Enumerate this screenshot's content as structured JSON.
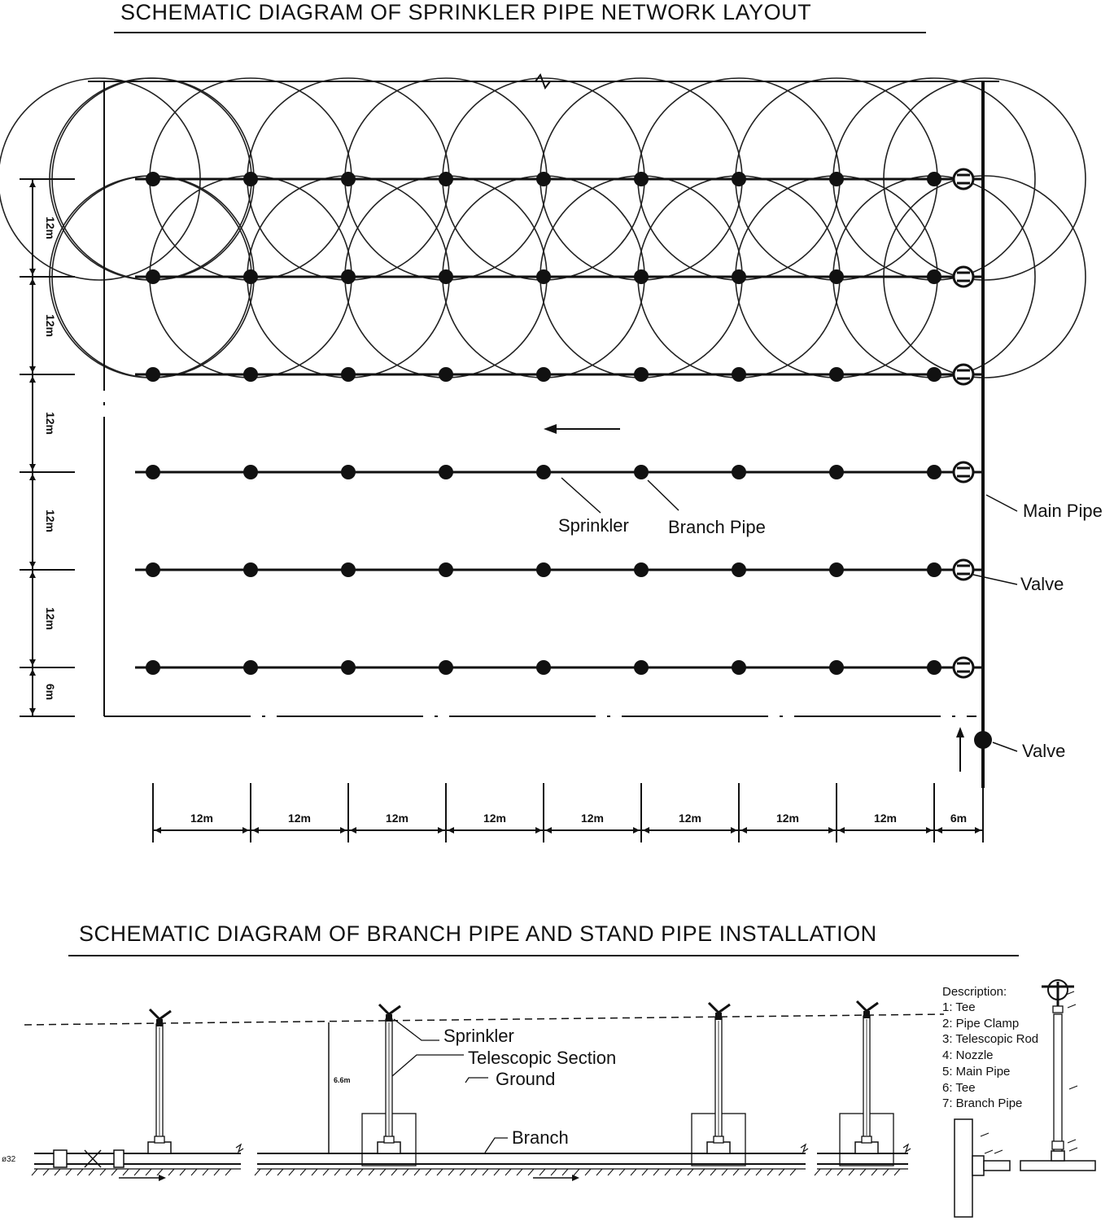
{
  "titles": {
    "layout": "SCHEMATIC DIAGRAM OF SPRINKLER PIPE NETWORK LAYOUT",
    "installation": "SCHEMATIC DIAGRAM OF BRANCH PIPE AND STAND PIPE INSTALLATION"
  },
  "layout_labels": {
    "sprinkler": "Sprinkler",
    "branch_pipe": "Branch Pipe",
    "main_pipe": "Main Pipe",
    "valve_branch": "Valve",
    "valve_main": "Valve"
  },
  "spacing_labels": {
    "horizontal": [
      "12m",
      "12m",
      "12m",
      "12m",
      "12m",
      "12m",
      "12m",
      "12m",
      "6m"
    ],
    "vertical": [
      "12m",
      "12m",
      "12m",
      "12m",
      "12m",
      "6m"
    ]
  },
  "installation_labels": {
    "sprinkler": "Sprinkler",
    "telescopic_section": "Telescopic Section",
    "ground": "Ground",
    "branch": "Branch",
    "height_mark": "6.6m",
    "side_mark": "ø32"
  },
  "description": {
    "heading": "Description:",
    "items": [
      "1: Tee",
      "2: Pipe Clamp",
      "3: Telescopic Rod",
      "4: Nozzle",
      "5: Main Pipe",
      "6: Tee",
      "7: Branch Pipe"
    ]
  }
}
